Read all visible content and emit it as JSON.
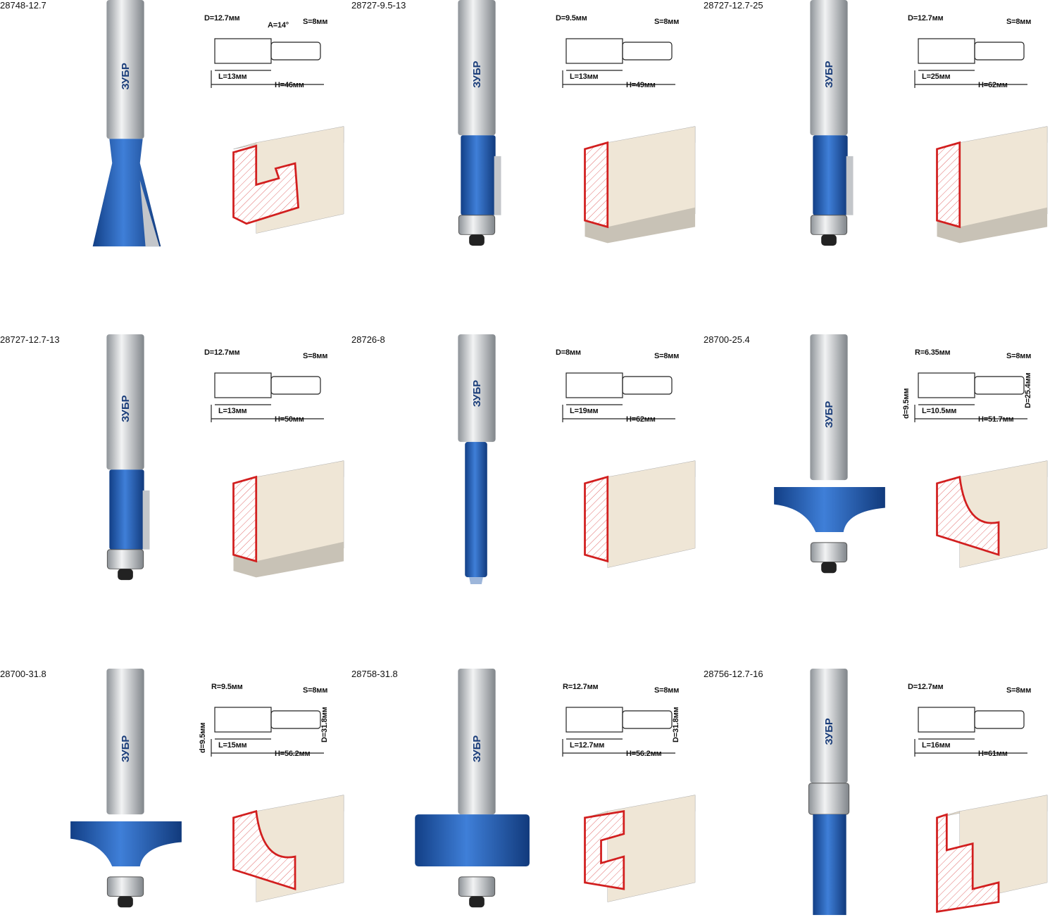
{
  "products": [
    {
      "code": "28748-12.7",
      "type": "dovetail",
      "dims": {
        "D": "D=12.7мм",
        "S": "S=8мм",
        "A": "A=14°",
        "L": "L=13мм",
        "H": "H=46мм"
      },
      "profile": "dovetail"
    },
    {
      "code": "28727-9.5-13",
      "type": "flush",
      "dims": {
        "D": "D=9.5мм",
        "S": "S=8мм",
        "L": "L=13мм",
        "H": "H=49мм"
      },
      "profile": "flush"
    },
    {
      "code": "28727-12.7-25",
      "type": "flush",
      "dims": {
        "D": "D=12.7мм",
        "S": "S=8мм",
        "L": "L=25мм",
        "H": "H=62мм"
      },
      "profile": "flush"
    },
    {
      "code": "28727-12.7-13",
      "type": "flush",
      "dims": {
        "D": "D=12.7мм",
        "S": "S=8мм",
        "L": "L=13мм",
        "H": "H=50мм"
      },
      "profile": "flush"
    },
    {
      "code": "28726-8",
      "type": "pilot",
      "dims": {
        "D": "D=8мм",
        "S": "S=8мм",
        "L": "L=19мм",
        "H": "H=62мм"
      },
      "profile": "plain"
    },
    {
      "code": "28700-25.4",
      "type": "roundover",
      "dims": {
        "R": "R=6.35мм",
        "S": "S=8мм",
        "d": "d=9.5мм",
        "D2": "D=25.4мм",
        "L": "L=10.5мм",
        "H": "H=51.7мм"
      },
      "profile": "cove"
    },
    {
      "code": "28700-31.8",
      "type": "roundover",
      "dims": {
        "R": "R=9.5мм",
        "S": "S=8мм",
        "d": "d=9.5мм",
        "D2": "D=31.8мм",
        "L": "L=15мм",
        "H": "H=56.2мм"
      },
      "profile": "cove"
    },
    {
      "code": "28758-31.8",
      "type": "rabbet",
      "dims": {
        "R": "R=12.7мм",
        "S": "S=8мм",
        "D2": "D=31.8мм",
        "L": "L=12.7мм",
        "H": "H=56.2мм"
      },
      "profile": "slot"
    },
    {
      "code": "28756-12.7-16",
      "type": "topbearing",
      "dims": {
        "D": "D=12.7мм",
        "S": "S=8мм",
        "L": "L=16мм",
        "H": "H=61мм"
      },
      "profile": "rabbet"
    }
  ],
  "brand": "ЗУБР",
  "colors": {
    "blue": "#1f5fb8",
    "wood": "#efe6d6",
    "cut": "#d21f1f",
    "shank": "#c9ccd0"
  }
}
